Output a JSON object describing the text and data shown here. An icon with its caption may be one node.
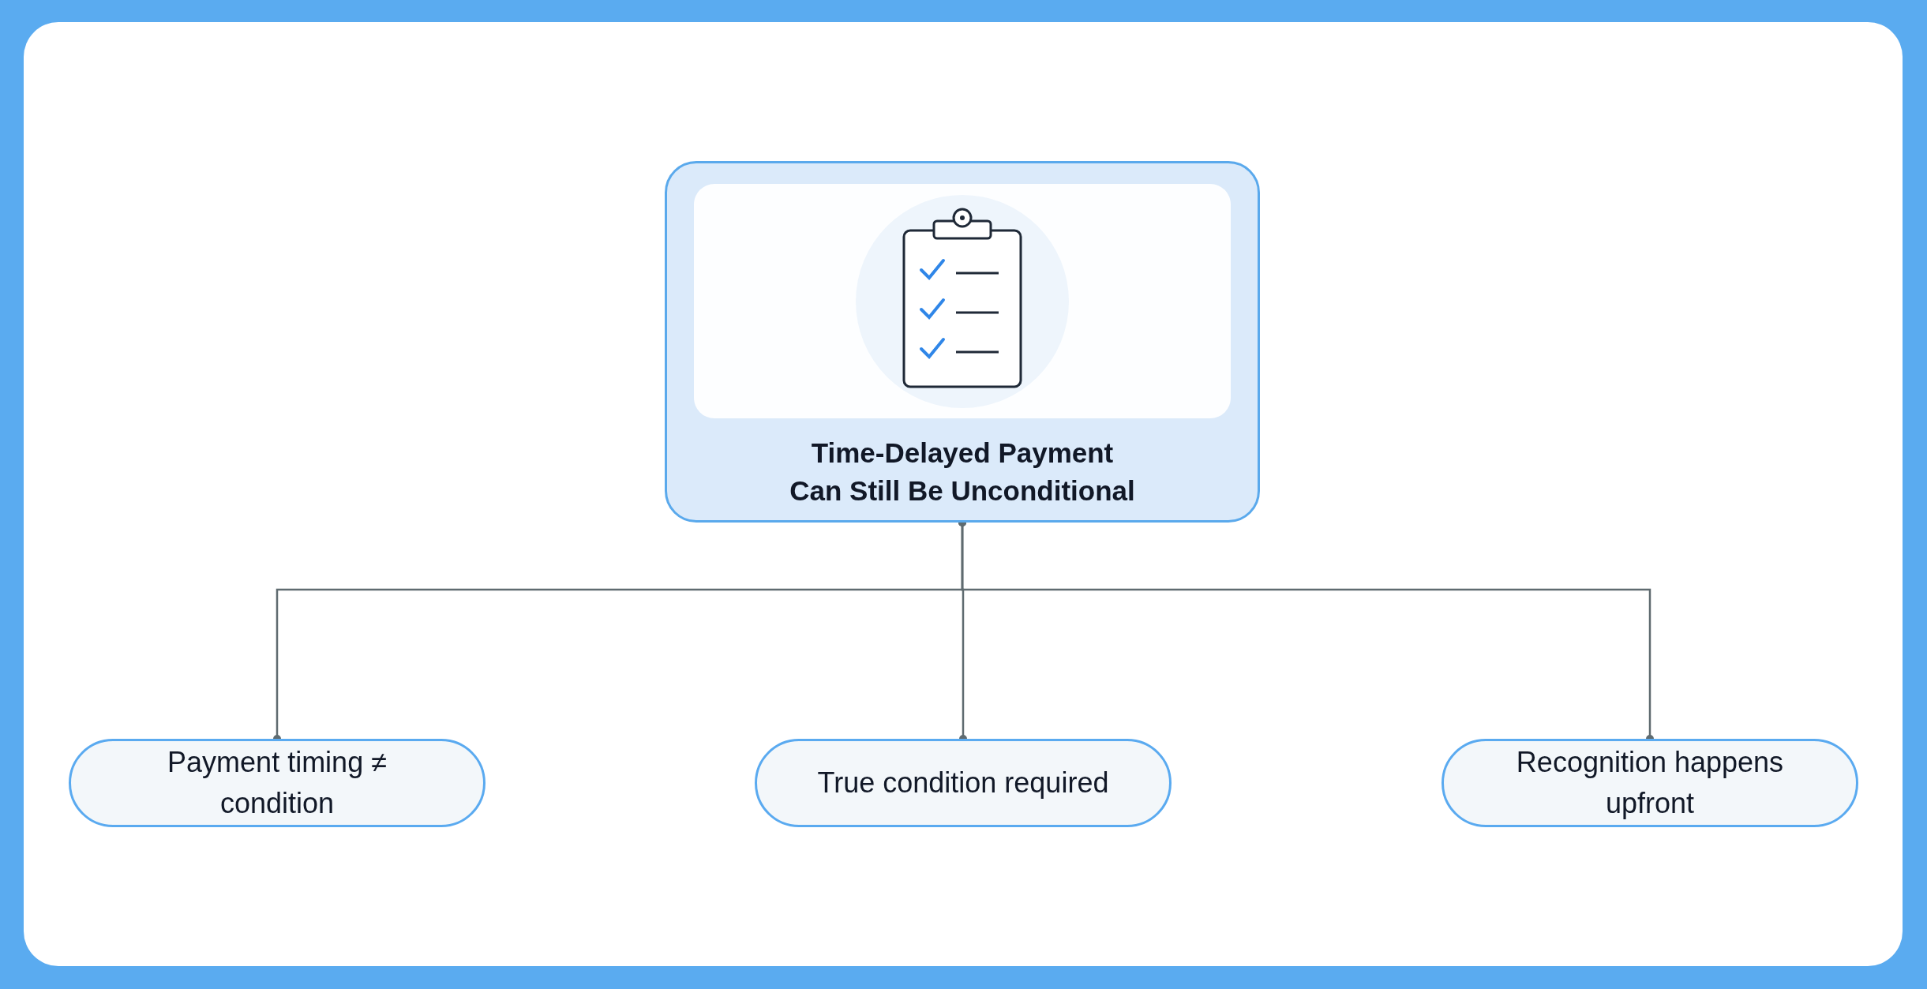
{
  "diagram": {
    "nodes": [
      {
        "text": [
          "Time-Delayed Payment Can Still Be Unconditional"
        ]
      },
      {
        "text": [
          "Payment timing ≠ condition"
        ]
      },
      {
        "text": [
          "True condition required"
        ]
      },
      {
        "text": [
          "Recognition happens upfront"
        ]
      }
    ],
    "edges": [
      {
        "from": 0,
        "to": 1,
        "arrow": "other"
      },
      {
        "from": 0,
        "to": 2,
        "arrow": "other"
      },
      {
        "from": 0,
        "to": 3,
        "arrow": "other"
      }
    ]
  }
}
